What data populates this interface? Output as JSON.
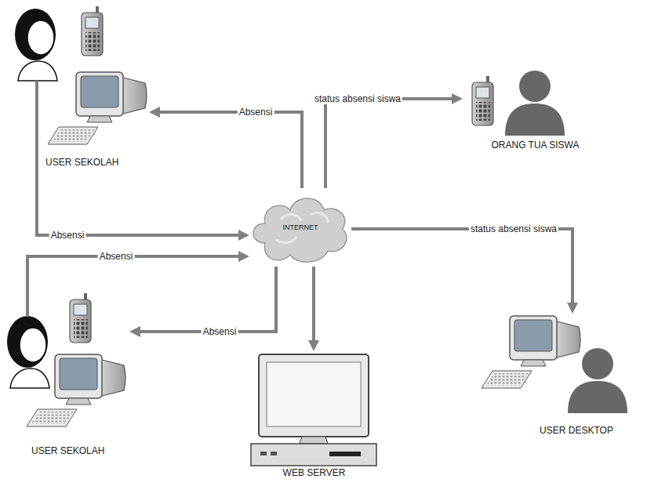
{
  "diagram": {
    "nodes": [
      {
        "text": [
          "USER SEKOLAH"
        ]
      },
      {
        "text": [
          "ORANG TUA SISWA"
        ]
      },
      {
        "text": [
          "INTERNET"
        ]
      },
      {
        "text": [
          "USER SEKOLAH"
        ]
      },
      {
        "text": [
          "WEB SERVER"
        ]
      },
      {
        "text": [
          "USER DESKTOP"
        ]
      }
    ],
    "edges": [
      {
        "from": 2,
        "to": 0,
        "label": "Absensi",
        "arrow": "to"
      },
      {
        "from": 0,
        "to": 2,
        "label": "Absensi",
        "arrow": "to"
      },
      {
        "from": 3,
        "to": 2,
        "label": "Absensi",
        "arrow": "to"
      },
      {
        "from": 2,
        "to": 3,
        "label": "Absensi",
        "arrow": "to"
      },
      {
        "from": 2,
        "to": 1,
        "label": "status absensi siswa",
        "arrow": "to"
      },
      {
        "from": 2,
        "to": 5,
        "label": "status absensi siswa",
        "arrow": "to"
      },
      {
        "from": 2,
        "to": 4,
        "arrow": "to"
      }
    ]
  }
}
